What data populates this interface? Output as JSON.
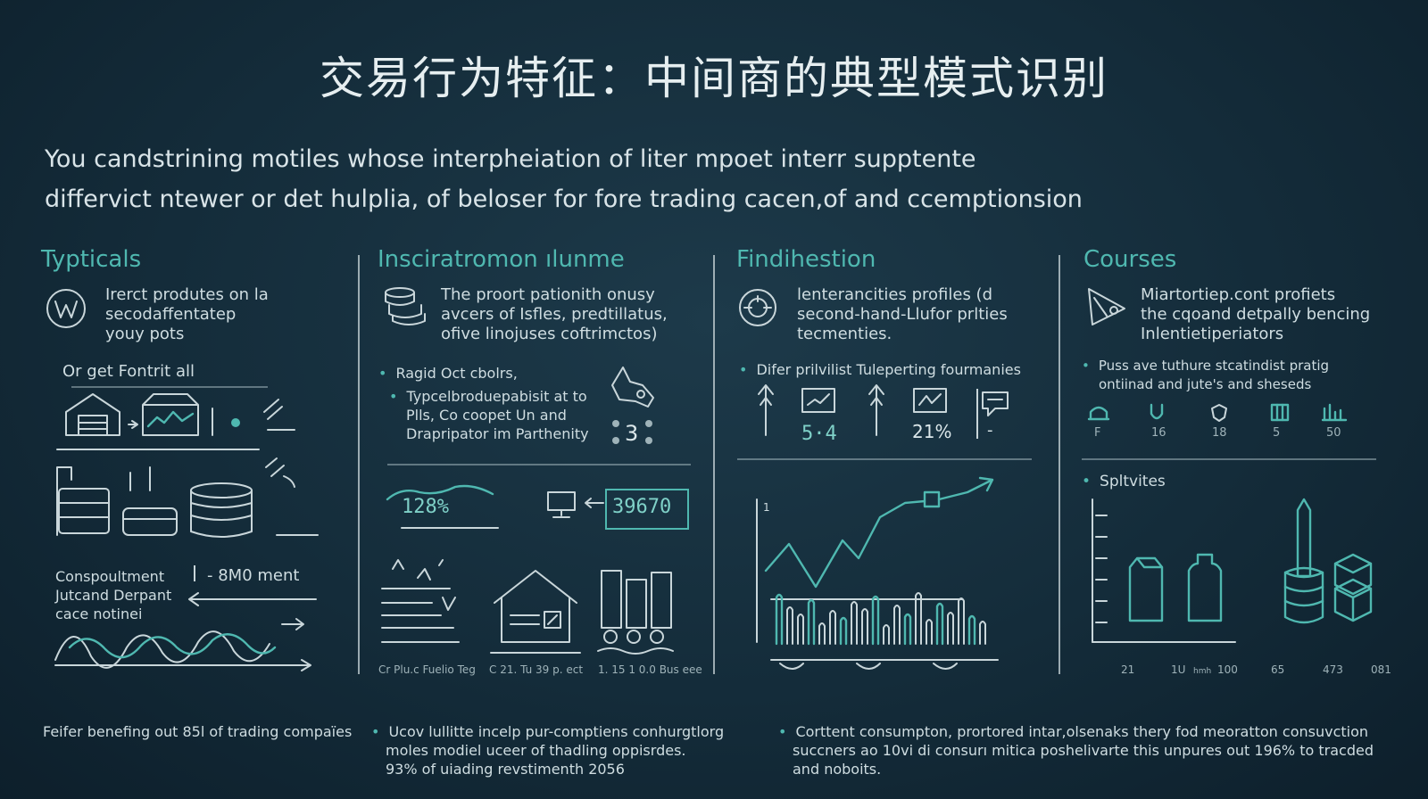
{
  "title": "交易行为特征：中间商的典型模式识别",
  "intro": {
    "line1": "You candstrining motiles whose interpheiation of liter mpoet interr supptente",
    "line2": "differvict ntewer or det hulplia, of beloser for fore trading cacen,of and ccemptionsion"
  },
  "columns": [
    {
      "heading": "Typticals",
      "icon": "badge-w-icon",
      "desc": [
        "Irerct produtes on la",
        "secodaffentatep",
        "youy pots"
      ],
      "subhead": "Or get Fontrit all",
      "label1": [
        "Conspoultment",
        "Jutcand Derpant",
        "cace notinei"
      ],
      "value1": "- 8M0 ment"
    },
    {
      "heading": "Insciratromon ılunme",
      "icon": "coin-stack-icon",
      "desc": [
        "The proort pationith onusy",
        "avcers of Isfles, predtillatus,",
        "ofive linojuses coftrimctos)"
      ],
      "bullet1": "Ragid Oct cbolrs,",
      "bullet2": [
        "Typcelbroduepabisit at to",
        "Plls, Co coopet Un and",
        "Drapripator im Parthenity"
      ],
      "badge": "3",
      "stat1": "128%",
      "stat2": "39670",
      "captions": [
        "Cr Plu.c Fuelio Teg",
        "C 21. Tu 39 p. ect",
        "1. 15 1 0.0 Bus eee"
      ]
    },
    {
      "heading": "Findihestion",
      "icon": "target-icon",
      "desc": [
        "lenterancities profiles (d",
        "second-hand-Llufor prlties",
        "tecmenties."
      ],
      "bullet1": "Difer prilvilist Tuleperting fourmanies",
      "stat1": "5·4",
      "stat2": "21%",
      "stat3": "-",
      "axis_label": "1"
    },
    {
      "heading": "Courses",
      "icon": "funnel-icon",
      "desc": [
        "Miartortiep.cont profiets",
        "the cqoand detpally bencing",
        "Inlentietiperiators"
      ],
      "bullet1": [
        "Puss ave tuthure stcatindist pratig",
        "ontiinad and jute's and sheseds"
      ],
      "mini_stats": [
        "F",
        "16",
        "18",
        "5",
        "50"
      ],
      "bullet2": "Spltvites",
      "axis_ticks": [
        "21",
        "1U",
        "100",
        "65",
        "473",
        "081"
      ],
      "axis_note": "hmh"
    }
  ],
  "footer": {
    "left": "Feifer benefing out 85l of trading compaïes",
    "middle": [
      "Ucov lullitte incelp pur-comptiens conhurgtlorg",
      "moles modiel uceer of thadling oppisrdes.",
      "93% of uiading revstimenth 2056"
    ],
    "right": [
      "Corttent consumpton, prortored intar,olsenaks thery fod meoratton consuvction",
      "succners ao 10vi di consurı mitica poshelivarte this unpures out 196% to tracded",
      "and noboits."
    ]
  },
  "colors": {
    "accent": "#4fb8b0",
    "line": "#c9d6da",
    "background": "#142c3a"
  }
}
